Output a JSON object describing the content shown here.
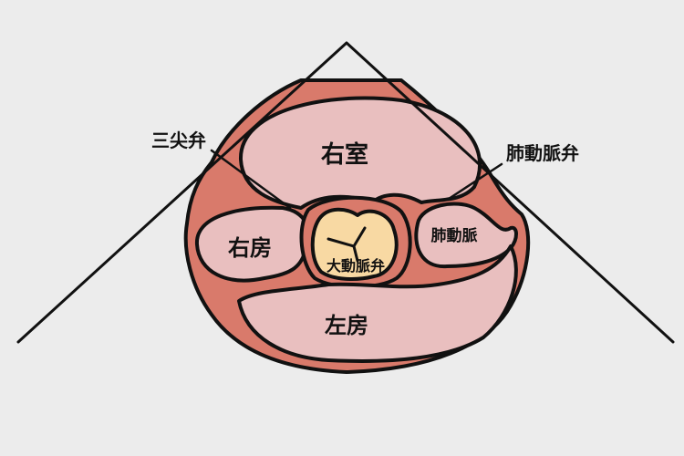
{
  "labels": {
    "right_ventricle": "右室",
    "right_atrium": "右房",
    "aortic_valve": "大動脈弁",
    "pulmonary_artery": "肺動脈",
    "left_atrium": "左房",
    "tricuspid_valve": "三尖弁",
    "pulmonic_valve": "肺動脈弁"
  },
  "colors": {
    "background": "#ececec",
    "muscle": "#d97a6b",
    "chamber": "#e9bfbf",
    "aortic_valve": "#f8d9a3",
    "outline": "#111111"
  }
}
